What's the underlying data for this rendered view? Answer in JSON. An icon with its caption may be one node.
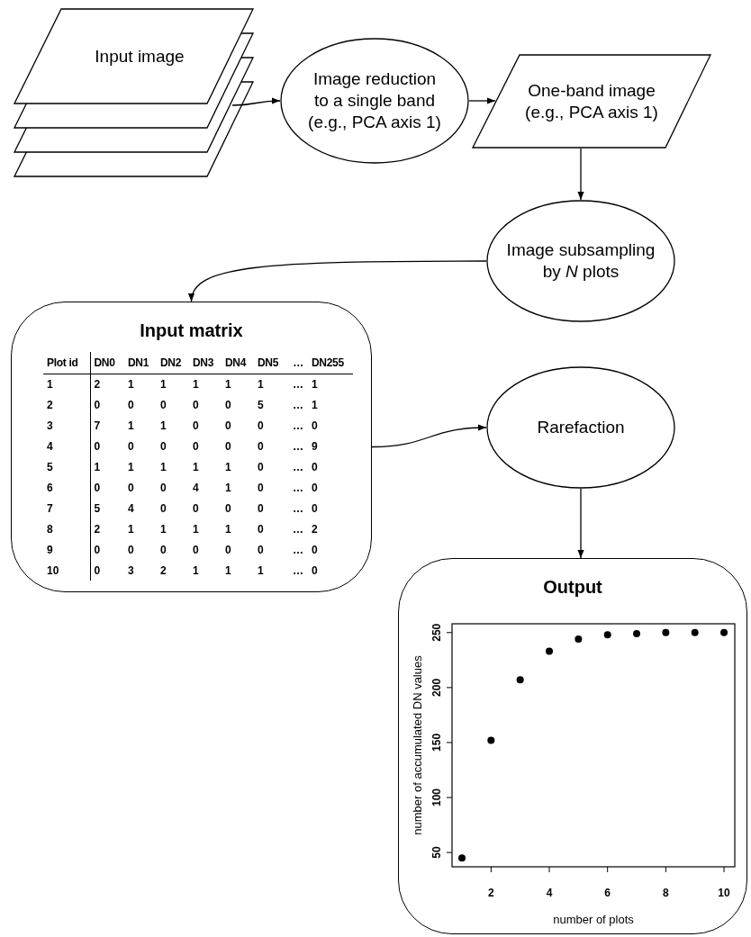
{
  "diagram": {
    "nodes": [
      {
        "text": [
          "Input image"
        ]
      },
      {
        "text": [
          "Image reduction to a single band (e.g., PCA axis 1)"
        ]
      },
      {
        "text": [
          "One-band image (e.g., PCA axis 1)"
        ]
      },
      {
        "text": [
          "Image subsampling by *N* plots"
        ]
      },
      {
        "text": [
          "Input matrix"
        ]
      },
      {
        "text": [
          "Rarefaction"
        ]
      },
      {
        "text": [
          "Output"
        ]
      }
    ],
    "edges": [
      {
        "from": 0,
        "to": 1,
        "arrow": "to"
      },
      {
        "from": 1,
        "to": 2,
        "arrow": "to"
      },
      {
        "from": 2,
        "to": 3,
        "arrow": "to"
      },
      {
        "from": 3,
        "to": 4,
        "arrow": "to"
      },
      {
        "from": 4,
        "to": 5,
        "arrow": "to"
      },
      {
        "from": 5,
        "to": 6,
        "arrow": "to"
      }
    ],
    "labels": [
      "Plot id",
      "DN0",
      "DN1",
      "DN2",
      "DN3",
      "DN4",
      "DN5",
      "…",
      "DN255",
      "1",
      "2",
      "1",
      "1",
      "1",
      "1",
      "1",
      "…",
      "1",
      "2",
      "0",
      "0",
      "0",
      "0",
      "0",
      "5",
      "…",
      "1",
      "3",
      "7",
      "1",
      "1",
      "0",
      "0",
      "0",
      "…",
      "0",
      "4",
      "0",
      "0",
      "0",
      "0",
      "0",
      "0",
      "…",
      "9",
      "5",
      "1",
      "1",
      "1",
      "1",
      "1",
      "0",
      "…",
      "0",
      "6",
      "0",
      "0",
      "0",
      "4",
      "1",
      "0",
      "…",
      "0",
      "7",
      "5",
      "4",
      "0",
      "0",
      "0",
      "0",
      "…",
      "0",
      "8",
      "2",
      "1",
      "1",
      "1",
      "1",
      "0",
      "…",
      "2",
      "9",
      "0",
      "0",
      "0",
      "0",
      "0",
      "0",
      "…",
      "0",
      "10",
      "0",
      "3",
      "2",
      "1",
      "1",
      "1",
      "…",
      "0"
    ],
    "chart_data": {
      "type": "scatter",
      "xlabel": "number of plots",
      "ylabel": "number of accumulated DN values",
      "x": [
        1,
        2,
        3,
        4,
        5,
        6,
        7,
        8,
        9,
        10
      ],
      "values": [
        45,
        152,
        207,
        233,
        244,
        248,
        249,
        250,
        250,
        250
      ],
      "xlim": [
        0.66,
        10.37
      ],
      "ylim": [
        37,
        258
      ],
      "xticks": [
        2,
        4,
        6,
        8,
        10
      ],
      "yticks": [
        50,
        100,
        150,
        200,
        250
      ]
    }
  }
}
